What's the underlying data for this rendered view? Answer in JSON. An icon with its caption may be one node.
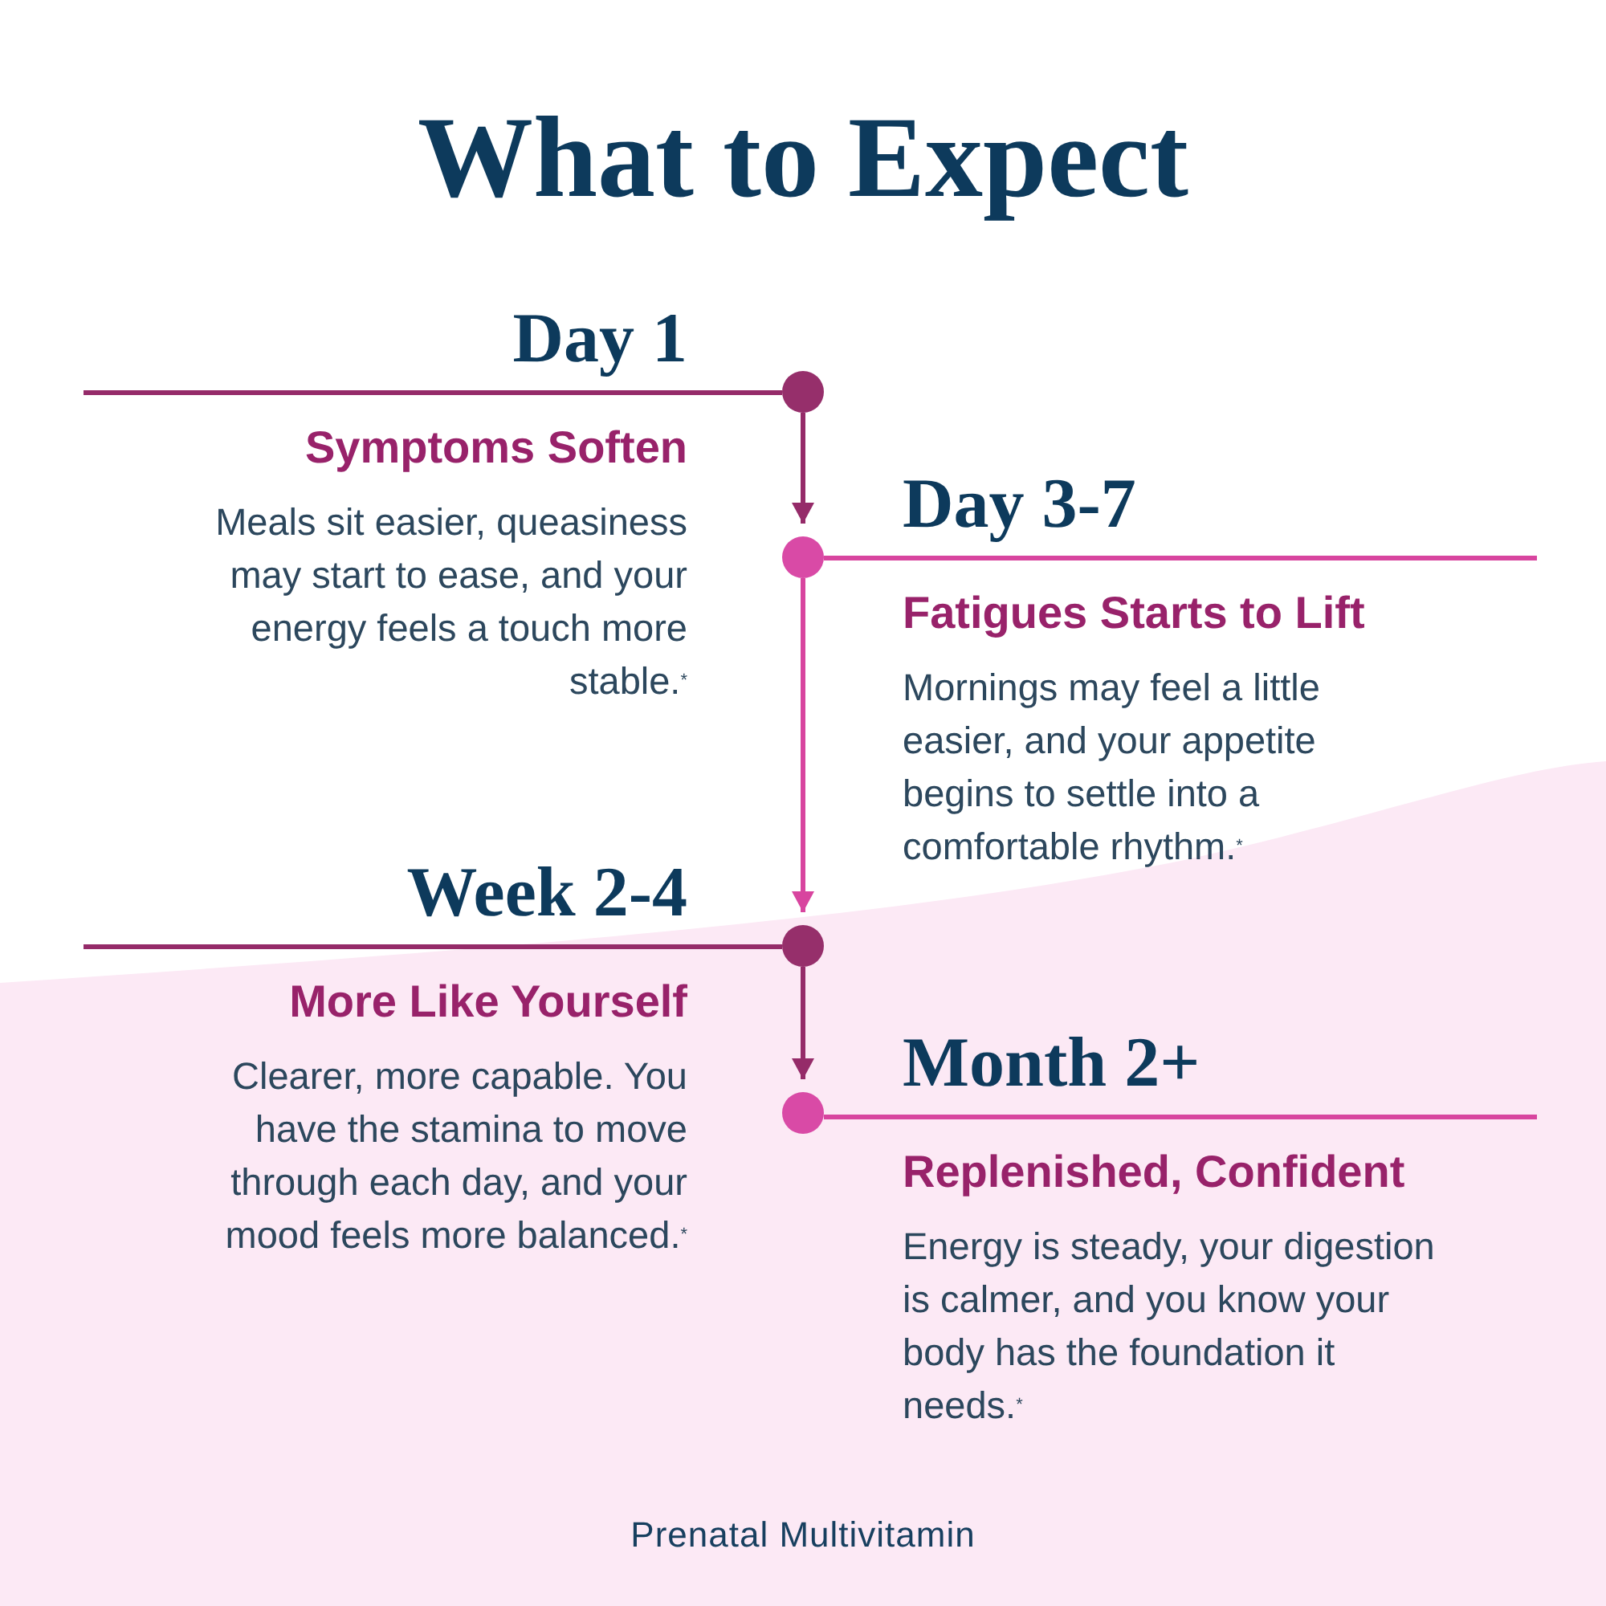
{
  "diagram": {
    "title": "What to Expect",
    "nodes": [
      {
        "text": [
          "Day 1",
          "Symptoms Soften",
          "Meals sit easier, queasiness may start to ease, and your energy feels a touch more stable.$^{*}$"
        ]
      },
      {
        "text": [],
        "shape": "circle"
      },
      {
        "text": [
          "Day 3-7",
          "Fatigues Starts to Lift",
          "Mornings may feel a little easier, and your appetite begins to settle into a comfortable rhythm.$^{*}$"
        ]
      },
      {
        "text": [],
        "shape": "circle"
      },
      {
        "text": [
          "Week 2-4",
          "More Like Yourself",
          "Clearer, more capable. You have the stamina to move through each day, and your mood feels more balanced.$^{*}$"
        ]
      },
      {
        "text": [],
        "shape": "circle"
      },
      {
        "text": [
          "Month 2+",
          "Replenished, Confident",
          "Energy is steady, your digestion is calmer, and you know your body has the foundation it needs.$^{*}$"
        ]
      },
      {
        "text": [],
        "shape": "circle"
      }
    ],
    "edges": [
      {
        "from": 0,
        "to": 1,
        "arrow": "none"
      },
      {
        "from": 1,
        "to": 3,
        "arrow": "to"
      },
      {
        "from": 3,
        "to": 2,
        "arrow": "none",
        "color": "#d8459f"
      },
      {
        "from": 3,
        "to": 5,
        "arrow": "to",
        "color": "#d8459f"
      },
      {
        "from": 4,
        "to": 5,
        "arrow": "none"
      },
      {
        "from": 5,
        "to": 7,
        "arrow": "to"
      },
      {
        "from": 7,
        "to": 6,
        "arrow": "none",
        "color": "#d8459f"
      }
    ],
    "labels": [
      "Prenatal Multivitamin"
    ]
  }
}
